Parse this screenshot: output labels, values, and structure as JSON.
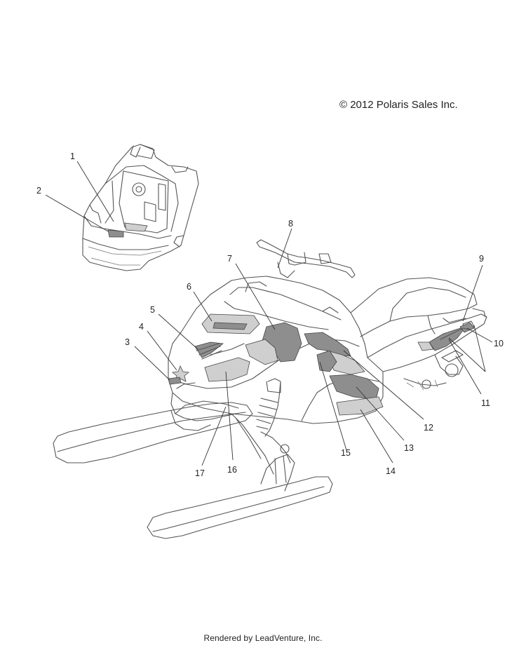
{
  "copyright": "© 2012 Polaris Sales Inc.",
  "footer": "Rendered by LeadVenture, Inc.",
  "callouts": [
    {
      "id": "1",
      "label": "1"
    },
    {
      "id": "2",
      "label": "2"
    },
    {
      "id": "3",
      "label": "3"
    },
    {
      "id": "4",
      "label": "4"
    },
    {
      "id": "5",
      "label": "5"
    },
    {
      "id": "6",
      "label": "6"
    },
    {
      "id": "7",
      "label": "7"
    },
    {
      "id": "8",
      "label": "8"
    },
    {
      "id": "9",
      "label": "9"
    },
    {
      "id": "10",
      "label": "10"
    },
    {
      "id": "11",
      "label": "11"
    },
    {
      "id": "12",
      "label": "12"
    },
    {
      "id": "13",
      "label": "13"
    },
    {
      "id": "14",
      "label": "14"
    },
    {
      "id": "15",
      "label": "15"
    },
    {
      "id": "16",
      "label": "16"
    },
    {
      "id": "17",
      "label": "17"
    }
  ],
  "colors": {
    "line": "#555555",
    "decal": "#8e8e8e",
    "background": "#ffffff"
  }
}
